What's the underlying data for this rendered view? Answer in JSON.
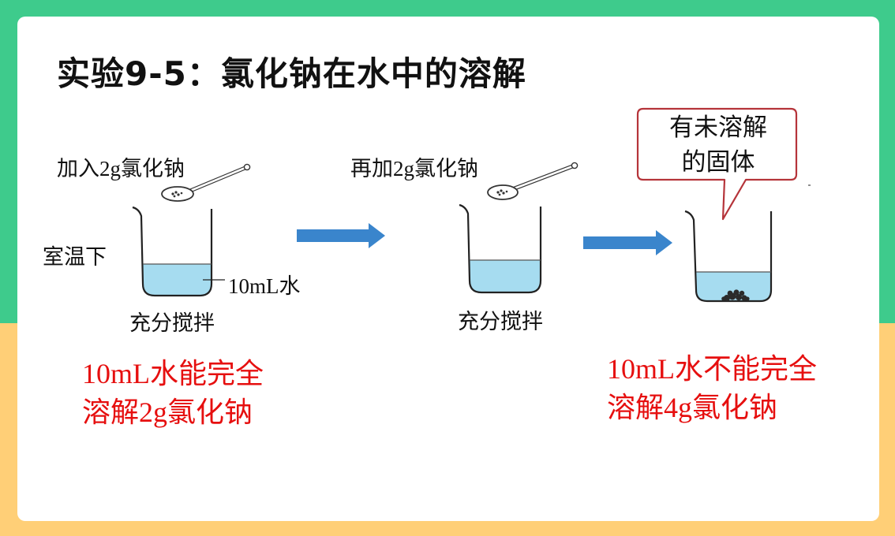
{
  "title": "实验9-5：氯化钠在水中的溶解",
  "step1": {
    "add_label_prefix": "加入",
    "add_label_amount": "2g",
    "add_label_suffix": "氯化钠",
    "condition": "室温下",
    "water_label_amount": "10mL",
    "water_label_suffix": "水",
    "stir_label": "充分搅拌"
  },
  "step2": {
    "add_label_prefix": "再加",
    "add_label_amount": "2g",
    "add_label_suffix": "氯化钠",
    "stir_label": "充分搅拌"
  },
  "step3": {
    "bubble_line1": "有未溶解",
    "bubble_line2": "的固体"
  },
  "conclusion_left": {
    "line1_amount": "10mL",
    "line1_text": "水能完全",
    "line2_prefix": "溶解",
    "line2_amount": "2g",
    "line2_suffix": "氯化钠"
  },
  "conclusion_right": {
    "line1_amount": "10mL",
    "line1_text": "水不能完全",
    "line2_prefix": "溶解",
    "line2_amount": "4g",
    "line2_suffix": "氯化钠"
  },
  "colors": {
    "background_top": "#3ecb8c",
    "background_bottom": "#ffcf77",
    "water": "#a6dcf0",
    "arrow": "#3a85cc",
    "conclusion_text": "#e60f0f",
    "bubble_border": "#b5343a"
  }
}
